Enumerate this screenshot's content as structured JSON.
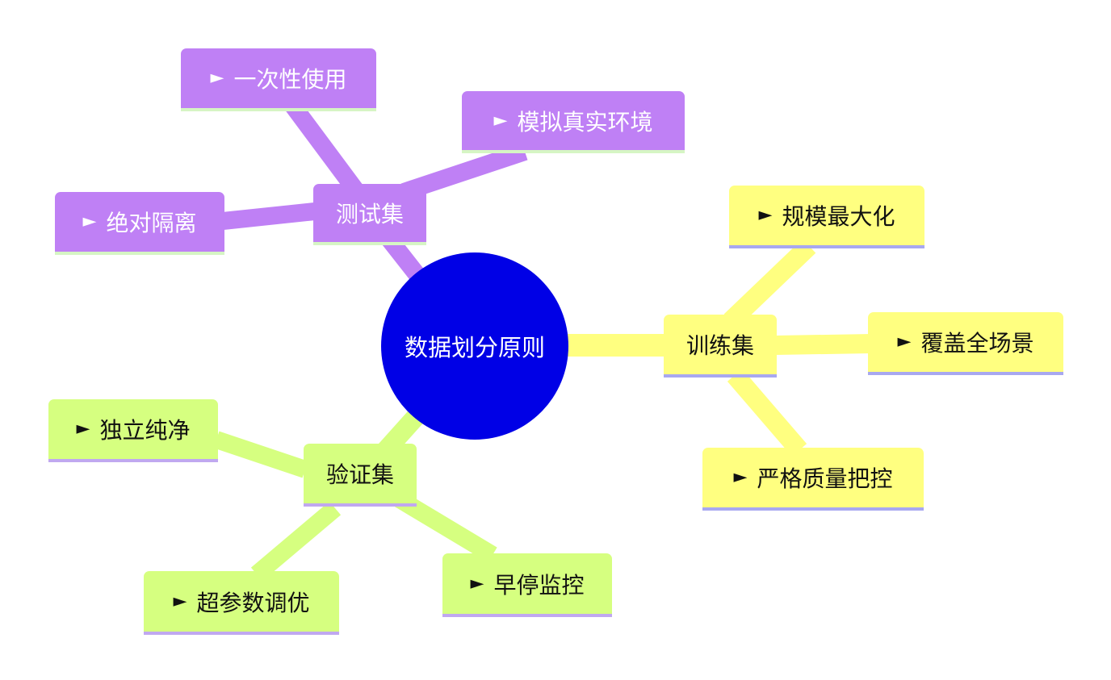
{
  "root": {
    "label": "数据划分原则",
    "color": "#0000e6"
  },
  "bullet": "►",
  "branches": [
    {
      "id": "test",
      "label": "测试集",
      "color": "#bf80f5",
      "children": [
        "一次性使用",
        "模拟真实环境",
        "绝对隔离"
      ]
    },
    {
      "id": "train",
      "label": "训练集",
      "color": "#ffff80",
      "children": [
        "规模最大化",
        "覆盖全场景",
        "严格质量把控"
      ]
    },
    {
      "id": "val",
      "label": "验证集",
      "color": "#d6ff80",
      "children": [
        "独立纯净",
        "超参数调优",
        "早停监控"
      ]
    }
  ]
}
